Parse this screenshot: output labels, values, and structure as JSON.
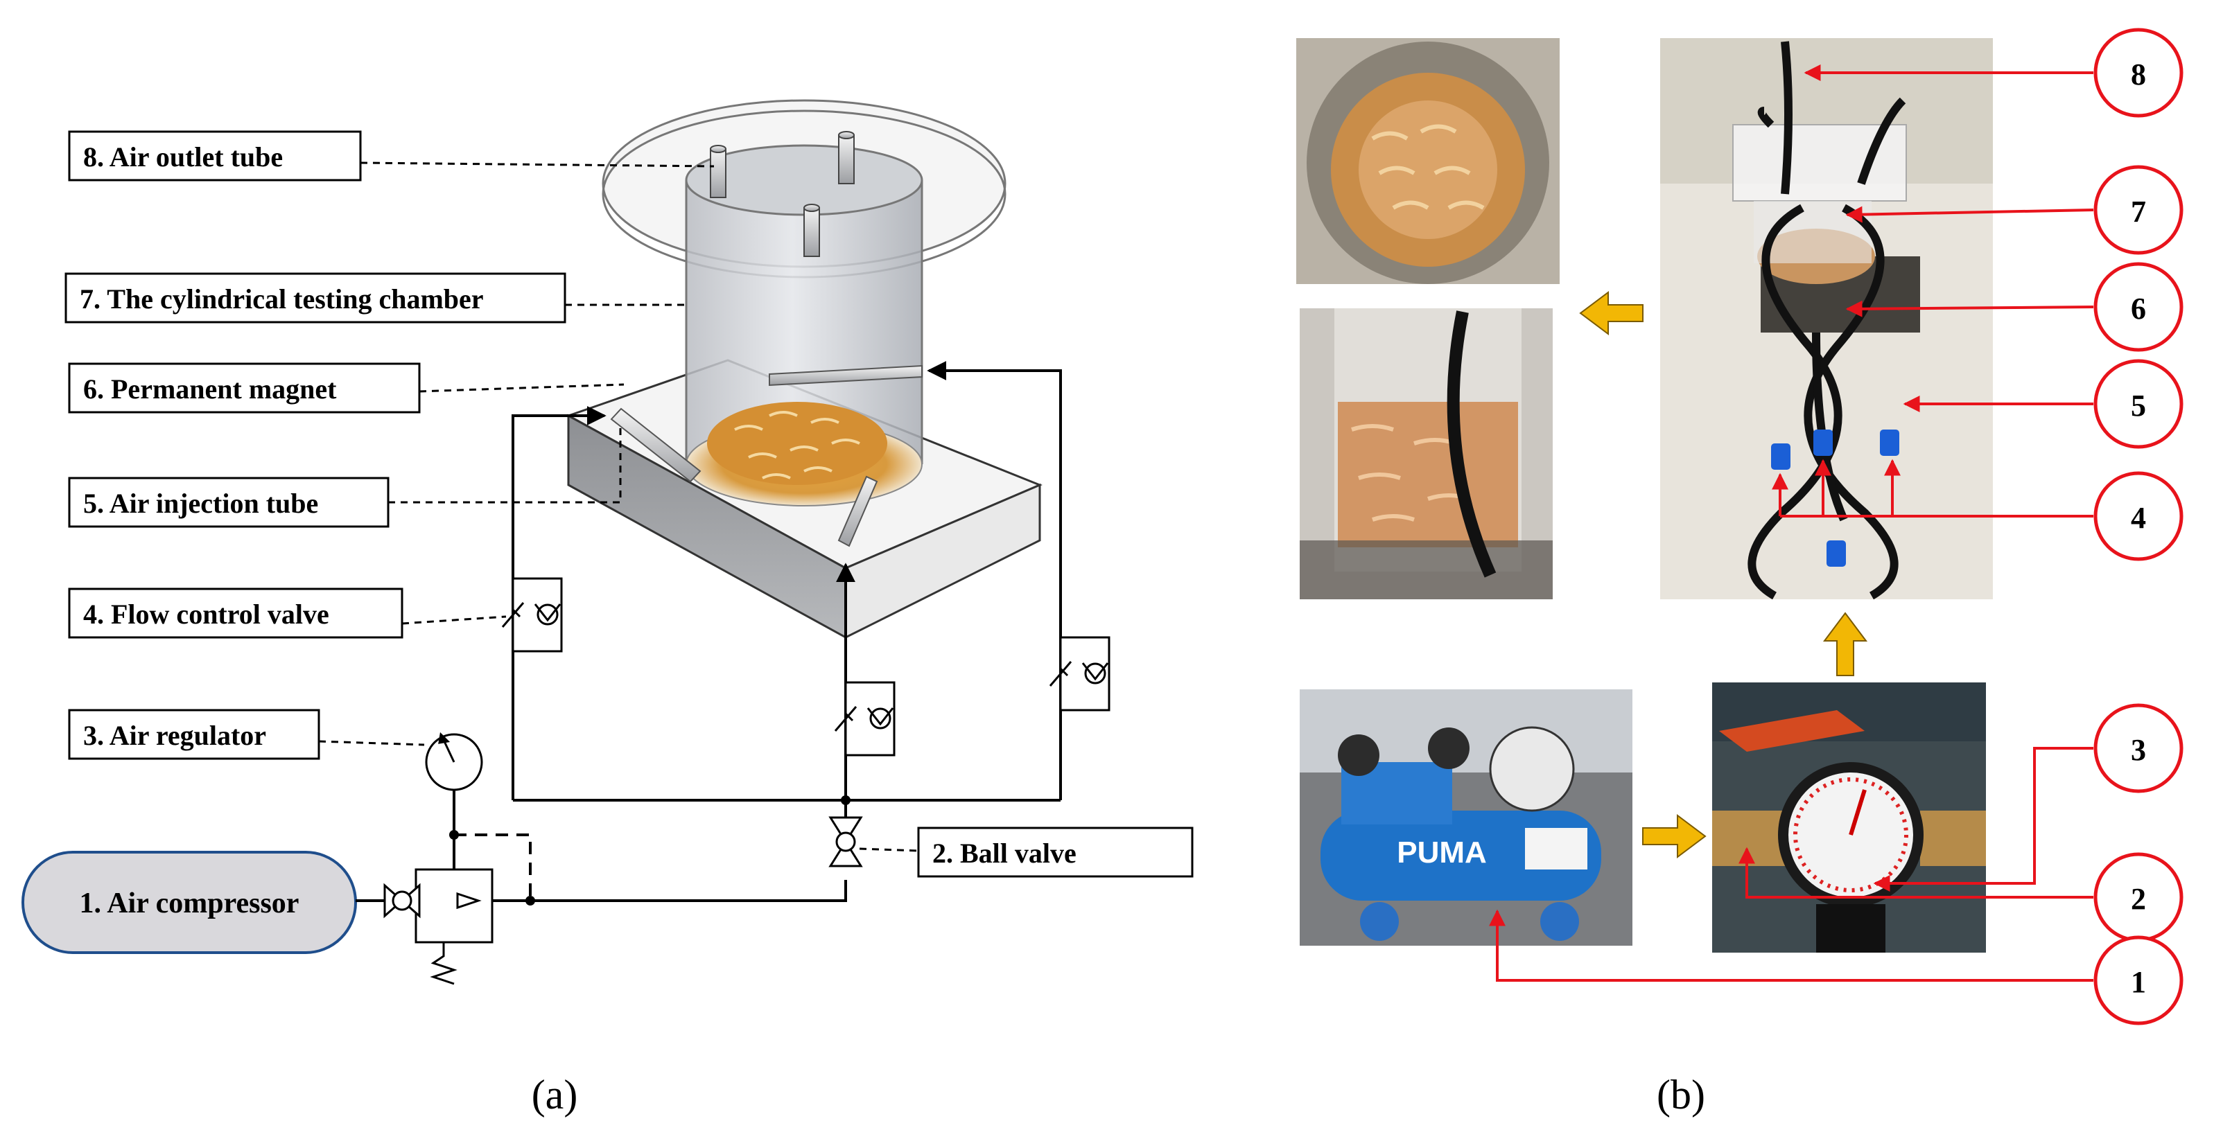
{
  "panel_a": {
    "caption": "(a)",
    "labels": [
      "8. Air outlet tube",
      "7. The cylindrical testing chamber",
      "6. Permanent magnet",
      "5. Air injection tube",
      "4. Flow control valve",
      "3. Air regulator"
    ],
    "compressor": "1. Air compressor",
    "ball_valve": "2. Ball valve"
  },
  "panel_b": {
    "caption": "(b)",
    "photo_brand": "PUMA",
    "callouts": [
      "8",
      "7",
      "6",
      "5",
      "4",
      "3",
      "2",
      "1"
    ]
  },
  "colors": {
    "callout": "#e8131b",
    "arrow": "#f2b705",
    "compressor_fill": "#d9d8dc",
    "compressor_stroke": "#1f4e8c"
  }
}
